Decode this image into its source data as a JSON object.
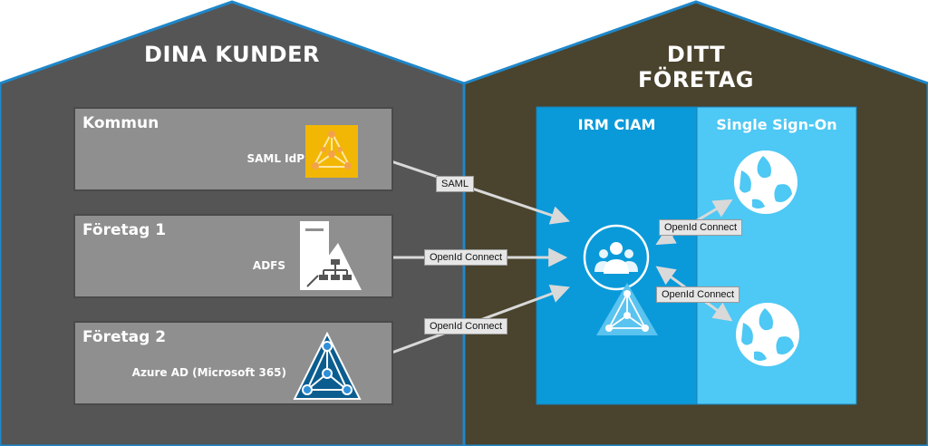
{
  "houses": {
    "left_title": "DINA KUNDER",
    "right_title": "DITT FÖRETAG"
  },
  "customers": [
    {
      "title": "Kommun",
      "idp_label": "SAML IdP",
      "icon": "saml-idp-icon"
    },
    {
      "title": "Företag 1",
      "idp_label": "ADFS",
      "icon": "adfs-server-icon"
    },
    {
      "title": "Företag 2",
      "idp_label": "Azure AD (Microsoft 365)",
      "icon": "azure-ad-icon"
    }
  ],
  "company": {
    "ciam_title": "IRM CIAM",
    "sso_title": "Single Sign-On"
  },
  "connections": {
    "saml": "SAML",
    "oidc_adfs": "OpenId Connect",
    "oidc_azure": "OpenId Connect",
    "oidc_sso_top": "OpenId Connect",
    "oidc_sso_bottom": "OpenId Connect"
  },
  "colors": {
    "left_house": "#555555",
    "right_house": "#4a432d",
    "house_border": "#1f87c9",
    "ciam_panel": "#0a9ad9",
    "sso_panel": "#4ec8f4",
    "card": "#8f8f8f",
    "saml_icon_bg": "#f2b705"
  }
}
